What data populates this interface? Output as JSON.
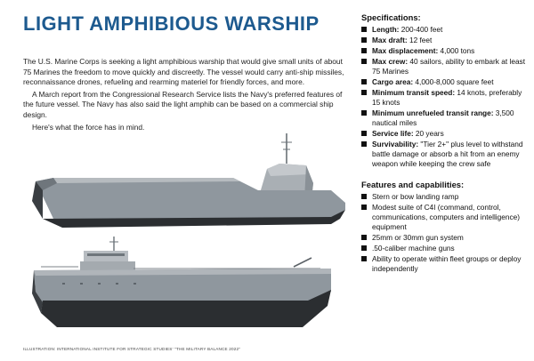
{
  "title": "LIGHT AMPHIBIOUS WARSHIP",
  "body": {
    "p1": "The U.S. Marine Corps is seeking a light amphibious warship that would give small units of about 75 Marines the freedom to move quickly and discreetly. The vessel would carry anti-ship missiles, reconnaissance drones, refueling and rearming materiel for friendly forces, and more.",
    "p2": "A March report from the Congressional Research Service lists the Navy's preferred features of the future vessel. The Navy has also said the light amphib can be based on a commercial ship design.",
    "p3": "Here's what the force has in mind."
  },
  "specifications": {
    "heading": "Specifications:",
    "items": [
      {
        "label": "Length:",
        "value": " 200-400 feet"
      },
      {
        "label": "Max draft:",
        "value": " 12 feet"
      },
      {
        "label": "Max displacement:",
        "value": " 4,000 tons"
      },
      {
        "label": "Max crew:",
        "value": " 40 sailors, ability to embark at least 75 Marines"
      },
      {
        "label": "Cargo area:",
        "value": " 4,000-8,000 square feet"
      },
      {
        "label": "Minimum transit speed:",
        "value": " 14 knots, preferably 15 knots"
      },
      {
        "label": "Minimum unrefueled transit range:",
        "value": " 3,500 nautical miles"
      },
      {
        "label": "Service life:",
        "value": " 20 years"
      },
      {
        "label": "Survivability:",
        "value": " \"Tier 2+\" plus level to withstand battle damage or absorb a hit from an enemy weapon while keeping the crew safe"
      }
    ]
  },
  "features": {
    "heading": "Features and capabilities:",
    "items": [
      "Stern or bow landing ramp",
      "Modest suite of C4I (command, control, communications, computers and intelligence) equipment",
      "25mm or 30mm gun system",
      ".50-caliber machine guns",
      "Ability to operate within fleet groups or deploy independently"
    ]
  },
  "caption": "ILLUSTRATION: INTERNATIONAL INSTITUTE FOR STRATEGIC STUDIES' \"THE MILITARY BALANCE 2022\"",
  "colors": {
    "title": "#1d5a8f",
    "hull_upper": "#8f979e",
    "hull_lower": "#2b2e31",
    "superstructure": "#b7bcc1"
  }
}
